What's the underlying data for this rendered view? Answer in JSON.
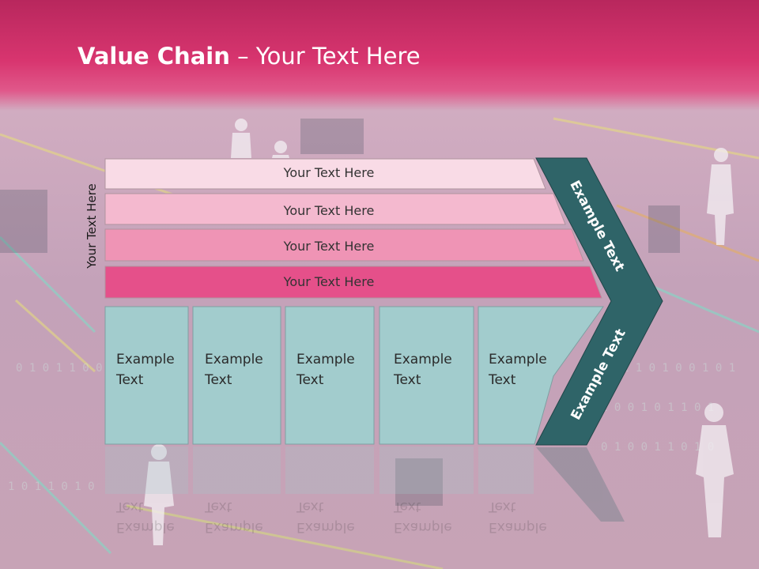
{
  "title": {
    "bold": "Value Chain",
    "rest": " – Your Text Here"
  },
  "side_label": "Your Text Here",
  "rows": [
    "Your Text Here",
    "Your Text Here",
    "Your Text Here",
    "Your Text Here"
  ],
  "boxes": [
    {
      "line1": "Example",
      "line2": "Text"
    },
    {
      "line1": "Example",
      "line2": "Text"
    },
    {
      "line1": "Example",
      "line2": "Text"
    },
    {
      "line1": "Example",
      "line2": "Text"
    },
    {
      "line1": "Example",
      "line2": "Text"
    }
  ],
  "chevron_top": "Example Text",
  "chevron_bottom": "Example Text",
  "colors": {
    "header": "#d8356f",
    "row1": "#f9dbe6",
    "row2": "#f4b9cf",
    "row3": "#ef94b5",
    "row4": "#e5508a",
    "box": "#a2cccd",
    "chevron": "#2f6468"
  }
}
